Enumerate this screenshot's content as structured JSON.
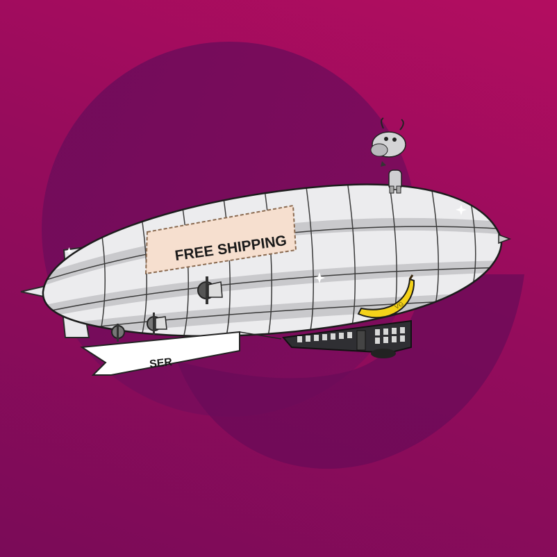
{
  "illustration": {
    "panel_label": "FREE SHIPPING",
    "banner_text": "SER",
    "banana_mark": "VG"
  },
  "colors": {
    "background_top": "#b30d60",
    "background_bottom": "#7a0b58",
    "circle": "#6e0a5a",
    "blimp_body": "#e8e8ea",
    "blimp_stripe": "#c9c9cc",
    "panel": "#f6dfcf",
    "gondola": "#2f2f33",
    "banana": "#f4d21a"
  },
  "icons": [
    "cow-icon",
    "banana-icon",
    "sparkle-icon",
    "propeller-icon"
  ]
}
